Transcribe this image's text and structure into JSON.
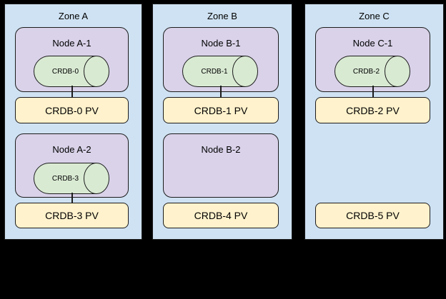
{
  "colors": {
    "bg": "#000000",
    "zone_fill": "#cfe2f3",
    "node_fill": "#d9d2e9",
    "disk_fill": "#d9ead3",
    "pv_fill": "#fff2cc",
    "border": "#1c1c1c",
    "text": "#000000"
  },
  "zones": [
    {
      "label": "Zone A",
      "rows": [
        {
          "node": {
            "label": "Node A-1",
            "disk": {
              "label": "CRDB-0"
            }
          },
          "pv": {
            "label": "CRDB-0 PV"
          },
          "connected": true
        },
        {
          "node": {
            "label": "Node A-2",
            "disk": {
              "label": "CRDB-3"
            }
          },
          "pv": {
            "label": "CRDB-3 PV"
          },
          "connected": true
        }
      ]
    },
    {
      "label": "Zone B",
      "rows": [
        {
          "node": {
            "label": "Node B-1",
            "disk": {
              "label": "CRDB-1"
            }
          },
          "pv": {
            "label": "CRDB-1 PV"
          },
          "connected": true
        },
        {
          "node": {
            "label": "Node B-2"
          },
          "pv": {
            "label": "CRDB-4 PV"
          },
          "connected": false
        }
      ]
    },
    {
      "label": "Zone C",
      "rows": [
        {
          "node": {
            "label": "Node C-1",
            "disk": {
              "label": "CRDB-2"
            }
          },
          "pv": {
            "label": "CRDB-2 PV"
          },
          "connected": true
        },
        {
          "pv": {
            "label": "CRDB-5 PV"
          },
          "connected": false
        }
      ]
    }
  ]
}
